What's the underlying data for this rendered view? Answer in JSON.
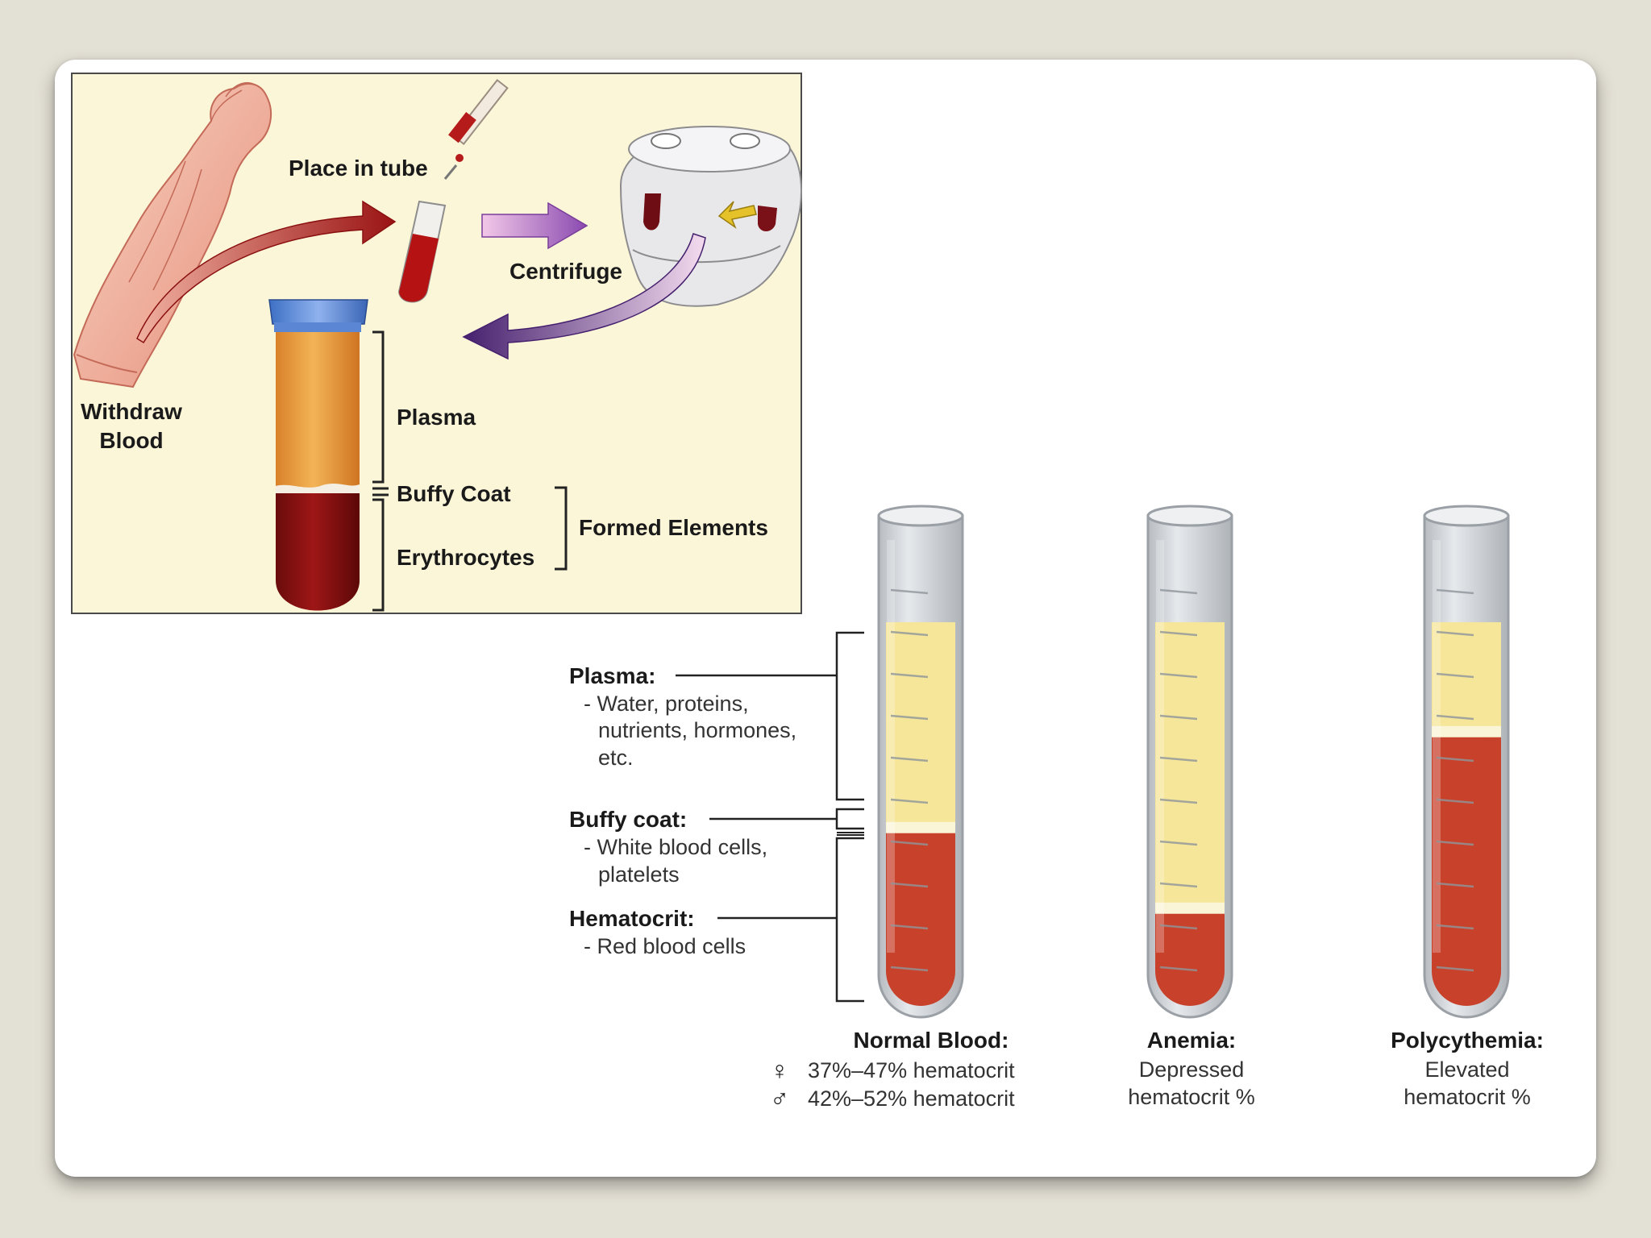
{
  "procedure": {
    "withdraw_line1": "Withdraw",
    "withdraw_line2": "Blood",
    "place_in_tube": "Place in tube",
    "centrifuge": "Centrifuge",
    "plasma": "Plasma",
    "buffy_coat": "Buffy Coat",
    "erythrocytes": "Erythrocytes",
    "formed_elements": "Formed Elements"
  },
  "components": {
    "plasma_title": "Plasma:",
    "plasma_desc": [
      "- Water, proteins,",
      "nutrients, hormones,",
      "etc."
    ],
    "buffy_title": "Buffy coat:",
    "buffy_desc": [
      "- White blood cells,",
      "platelets"
    ],
    "hematocrit_title": "Hematocrit:",
    "hematocrit_desc": [
      "- Red blood cells"
    ]
  },
  "tubes": [
    {
      "title": "Normal Blood:",
      "lines": [
        {
          "symbol": "♀",
          "text": "37%–47% hematocrit"
        },
        {
          "symbol": "♂",
          "text": "42%–52% hematocrit"
        }
      ],
      "rbc_fraction": 0.45
    },
    {
      "title": "Anemia:",
      "lines": [
        {
          "text": "Depressed"
        },
        {
          "text": "hematocrit %"
        }
      ],
      "rbc_fraction": 0.24
    },
    {
      "title": "Polycythemia:",
      "lines": [
        {
          "text": "Elevated"
        },
        {
          "text": "hematocrit %"
        }
      ],
      "rbc_fraction": 0.7
    }
  ],
  "colors": {
    "plasma": "#f6e69a",
    "buffy": "#fbf5d8",
    "rbc": "#c8412b",
    "glass": "#d9dde0",
    "illustration_bg": "#fcf6d8"
  }
}
